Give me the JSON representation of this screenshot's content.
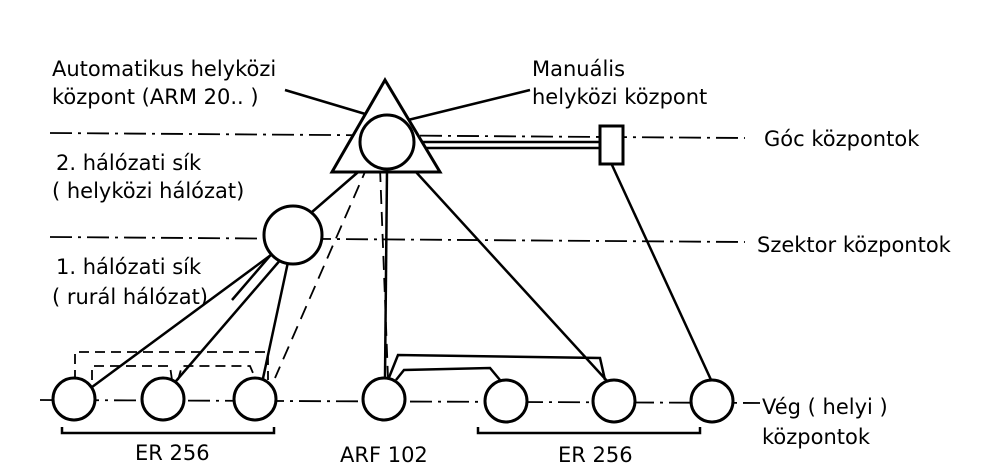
{
  "labels": {
    "auto_line1": "Automatikus helyközi",
    "auto_line2": "központ (ARM 20.. )",
    "manual_line1": "Manuális",
    "manual_line2": "helyközi központ",
    "plane2_line1": "2. hálózati sík",
    "plane2_line2": "( helyközi hálózat)",
    "plane1_line1": "1. hálózati sík",
    "plane1_line2": "( rurál hálózat)",
    "goc": "Góc központok",
    "szektor": "Szektor központok",
    "veg_line1": "Vég ( helyi )",
    "veg_line2": "központok",
    "er256_left": "ER 256",
    "arf102": "ARF 102",
    "er256_right": "ER 256"
  },
  "icons": {
    "main_exchange": "triangle-circle-icon",
    "manual_exchange": "rectangle-icon",
    "sector_exchange": "circle-icon",
    "end_exchange": "circle-icon"
  },
  "colors": {
    "ink": "#000000",
    "paper": "#ffffff"
  }
}
